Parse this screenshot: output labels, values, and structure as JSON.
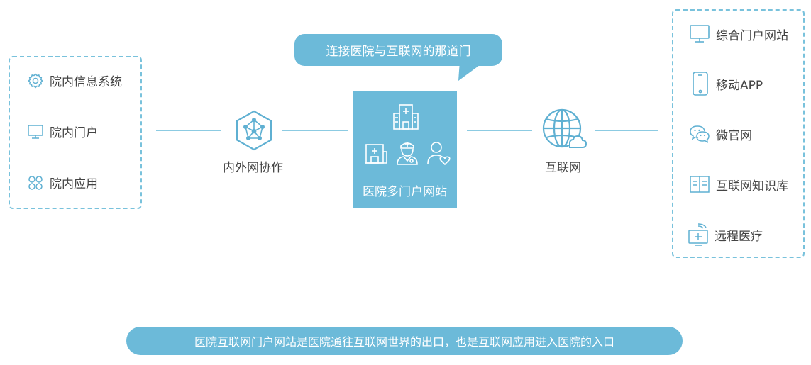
{
  "bubble": {
    "text": "连接医院与互联网的那道门"
  },
  "left_panel": {
    "items": [
      {
        "label": "院内信息系统",
        "icon": "gear-icon"
      },
      {
        "label": "院内门户",
        "icon": "monitor-icon"
      },
      {
        "label": "院内应用",
        "icon": "apps-icon"
      }
    ]
  },
  "collab_node": {
    "label": "内外网协作",
    "icon": "network-hexagon-icon"
  },
  "center": {
    "title": "医院多门户网站",
    "icons": [
      "hospital-building-icon",
      "clinic-icon",
      "doctor-icon",
      "patient-heart-icon"
    ]
  },
  "internet_node": {
    "label": "互联网",
    "icon": "globe-cloud-icon"
  },
  "right_panel": {
    "items": [
      {
        "label": "综合门户网站",
        "icon": "monitor-icon"
      },
      {
        "label": "移动APP",
        "icon": "mobile-phone-icon"
      },
      {
        "label": "微官网",
        "icon": "wechat-icon"
      },
      {
        "label": "互联网知识库",
        "icon": "book-icon"
      },
      {
        "label": "远程医疗",
        "icon": "telemedicine-icon"
      }
    ]
  },
  "banner": {
    "text": "医院互联网门户网站是医院通往互联网世界的出口，也是互联网应用进入医院的入口"
  },
  "colors": {
    "accent": "#6cbad9",
    "line": "#8ccbe2",
    "dashed": "#79c2dc",
    "text": "#444444"
  }
}
